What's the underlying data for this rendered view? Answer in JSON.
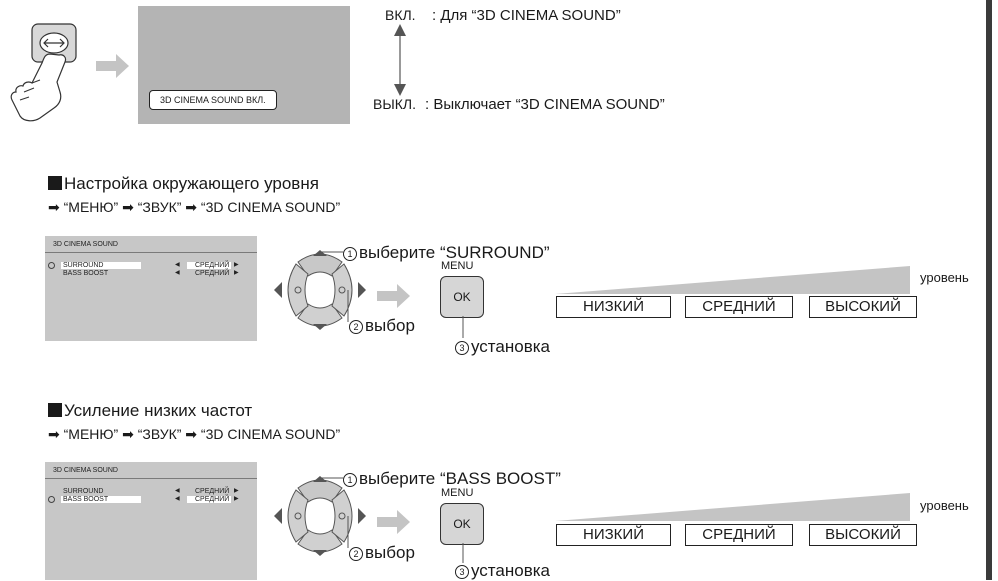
{
  "top": {
    "osd": "3D CINEMA SOUND   ВКЛ.",
    "on_label": "ВКЛ.",
    "on_desc": ": Для “3D CINEMA SOUND”",
    "off_label": "ВЫКЛ.",
    "off_desc": ": Выключает “3D CINEMA SOUND”"
  },
  "section1": {
    "title": "Настройка окружающего уровня",
    "path": "➡ “МЕНЮ” ➡ “ЗВУК” ➡ “3D CINEMA SOUND”",
    "menu": {
      "header": "3D CINEMA SOUND",
      "rows": [
        {
          "name": "SURROUND",
          "value": "СРЕДНИЙ"
        },
        {
          "name": "BASS BOOST",
          "value": "СРЕДНИЙ"
        }
      ]
    },
    "step1": "выберите “SURROUND”",
    "step2": "выбор",
    "step3": "установка",
    "menu_label": "MENU",
    "ok_label": "OK",
    "level_label": "уровень",
    "levels": [
      "НИЗКИЙ",
      "СРЕДНИЙ",
      "ВЫСОКИЙ"
    ]
  },
  "section2": {
    "title": "Усиление низких частот",
    "path": "➡ “МЕНЮ” ➡ “ЗВУК” ➡ “3D CINEMA SOUND”",
    "menu": {
      "header": "3D CINEMA SOUND",
      "rows": [
        {
          "name": "SURROUND",
          "value": "СРЕДНИЙ"
        },
        {
          "name": "BASS BOOST",
          "value": "СРЕДНИЙ"
        }
      ]
    },
    "step1": "выберите “BASS BOOST”",
    "step2": "выбор",
    "step3": "установка",
    "menu_label": "MENU",
    "ok_label": "OK",
    "level_label": "уровень",
    "levels": [
      "НИЗКИЙ",
      "СРЕДНИЙ",
      "ВЫСОКИЙ"
    ]
  },
  "num": [
    "1",
    "2",
    "3"
  ],
  "colors": {
    "screen": "#b4b4b4",
    "menu_bg": "#c7c7c7",
    "ramp": "#c4c4c4",
    "bar": "#3a3a3a"
  },
  "icons": [
    "hand-press-icon",
    "remote-button-icon",
    "arrow-right-icon",
    "double-arrow-icon",
    "dpad-icon",
    "ok-button-icon",
    "level-ramp-icon"
  ]
}
